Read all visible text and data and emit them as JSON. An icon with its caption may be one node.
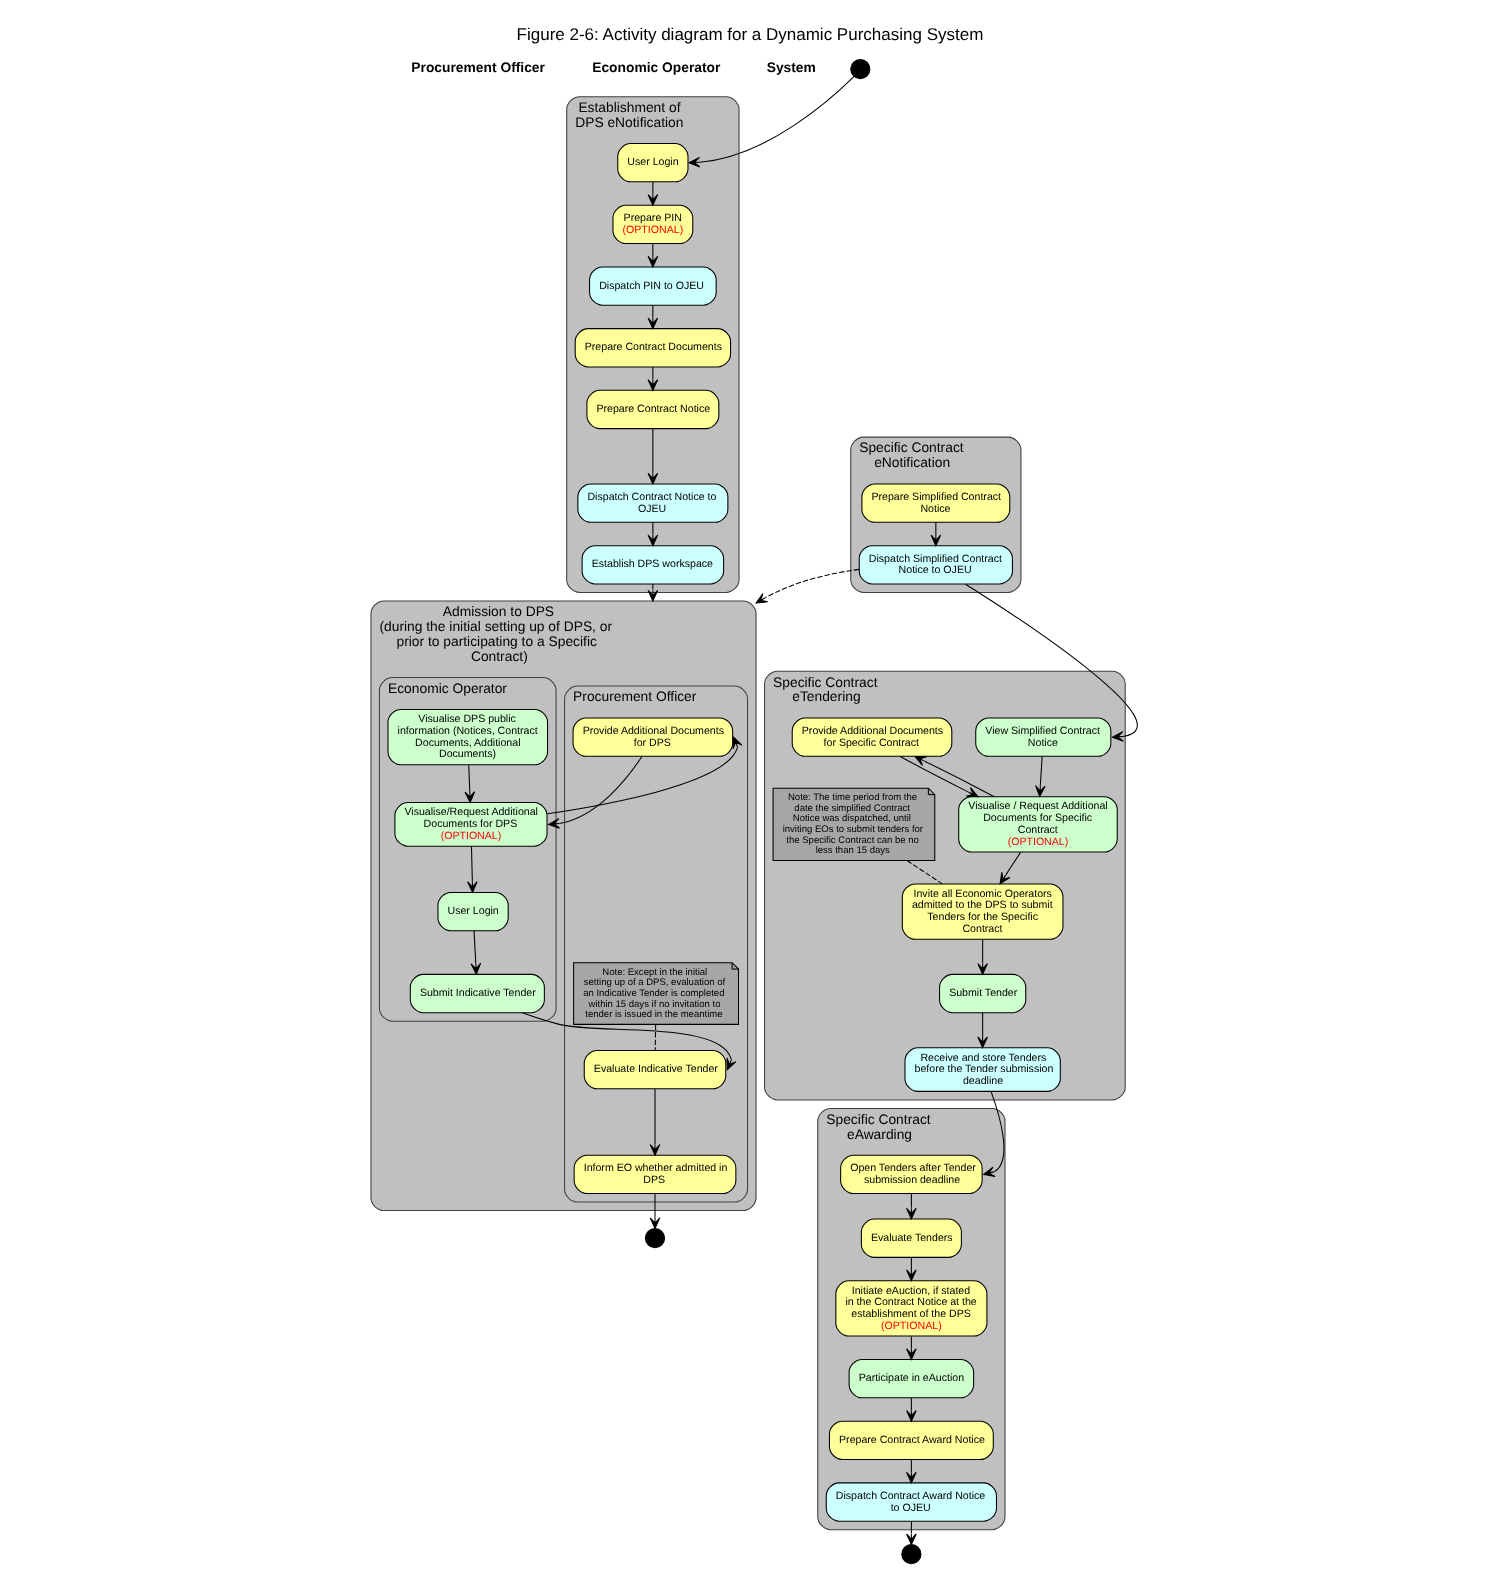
{
  "diagram": {
    "title": "Figure 2-6: Activity diagram for a Dynamic Purchasing System",
    "nodes": [
      {
        "text": [],
        "shape": "circle"
      },
      {
        "text": [
          "Establishment of DPS eNotification"
        ]
      },
      {
        "text": [
          "User Login"
        ],
        "in": 1
      },
      {
        "text": [
          "Prepare PIN",
          "(OPTIONAL)"
        ],
        "in": 1
      },
      {
        "text": [
          "Prepare Contract Documents"
        ],
        "in": 1
      },
      {
        "text": [
          "Prepare Contract Notice"
        ],
        "in": 1
      },
      {
        "text": [
          "Dispatch PIN to OJEU"
        ],
        "in": 1
      },
      {
        "text": [
          "Dispatch Contract Notice to OJEU"
        ],
        "in": 1
      },
      {
        "text": [
          "Establish DPS workspace"
        ],
        "in": 1
      },
      {
        "text": [
          "Specific Contract eNotification"
        ]
      },
      {
        "text": [
          "Prepare Simplified Contract Notice"
        ],
        "in": 9
      },
      {
        "text": [
          "Dispatch Simplified Contract Notice to OJEU"
        ],
        "in": 9
      },
      {
        "text": [
          "Specific Contract eTendering"
        ]
      },
      {
        "text": [
          "View Simplified Contract Notice"
        ],
        "in": 12
      },
      {
        "text": [
          "Provide Additional Documents for Specific Contract"
        ],
        "in": 12
      },
      {
        "text": [
          "Visualise / Request Additional Documents for Specific Contract",
          "(OPTIONAL)"
        ],
        "in": 12
      },
      {
        "text": [
          "Note: The time period from the date the simplified Contract Notice was dispatched, until inviting EOs to submit tenders for the Specific Contract can be no less than 15 days"
        ],
        "in": 12
      },
      {
        "text": [
          "Invite all Economic Operators admitted to the DPS to submit Tenders for the Specific Contract"
        ],
        "in": 12
      },
      {
        "text": [
          "Submit Tender"
        ],
        "in": 12
      },
      {
        "text": [
          "Receive and store Tenders before the Tender submission deadline"
        ],
        "in": 12
      },
      {
        "text": [
          "Specific Contract eAwarding"
        ]
      },
      {
        "text": [
          "Open Tenders after Tender submission deadline"
        ],
        "in": 20
      },
      {
        "text": [
          "Evaluate Tenders"
        ],
        "in": 20
      },
      {
        "text": [
          "Initiate eAuction, if stated in the Contract Notice at the establishment of the DPS",
          "(OPTIONAL)"
        ],
        "in": 20
      },
      {
        "text": [
          "Participate in eAuction"
        ],
        "in": 20
      },
      {
        "text": [
          "Prepare Contract Award Notice"
        ],
        "in": 20
      },
      {
        "text": [
          "Dispatch Contract Award Notice to OJEU"
        ],
        "in": 20
      },
      {
        "text": [],
        "shape": "circle"
      },
      {
        "text": [
          "Admission to DPS",
          "(during the initial setting up of DPS, or prior to participating to a Specific Contract)"
        ]
      },
      {
        "text": [
          "Procurement Officer"
        ],
        "in": 28
      },
      {
        "text": [
          "Economic Operator"
        ],
        "in": 28
      },
      {
        "text": [
          "Visualise DPS public information (Notices, Contract Documents, Additional Documents)"
        ],
        "in": 30
      },
      {
        "text": [
          "Provide Additional Documents for DPS"
        ],
        "in": 29
      },
      {
        "text": [
          "Visualise/Request Additional Documents for DPS",
          "(OPTIONAL)"
        ],
        "in": 30
      },
      {
        "text": [
          "Note: Except in the initial setting up of a DPS, evaluation of an Indicative Tender is completed within 15 days if no invitation to tender is issued in the meantime"
        ],
        "in": 29
      },
      {
        "text": [
          "User Login"
        ],
        "in": 30
      },
      {
        "text": [
          "Evaluate Indicative Tender"
        ],
        "in": 29
      },
      {
        "text": [
          "Submit Indicative Tender"
        ],
        "in": 30
      },
      {
        "text": [
          "Inform EO whether admitted in DPS"
        ],
        "in": 29
      },
      {
        "text": [],
        "shape": "circle"
      }
    ],
    "edges": [
      {
        "from": 0,
        "to": 2,
        "arrow": "to"
      },
      {
        "from": 2,
        "to": 3,
        "arrow": "to"
      },
      {
        "from": 3,
        "to": 6,
        "arrow": "to"
      },
      {
        "from": 6,
        "to": 4,
        "arrow": "to"
      },
      {
        "from": 4,
        "to": 5,
        "arrow": "to"
      },
      {
        "from": 5,
        "to": 7,
        "arrow": "to"
      },
      {
        "from": 7,
        "to": 8,
        "arrow": "to"
      },
      {
        "from": 8,
        "to": 28,
        "arrow": "to",
        "style": "dashed"
      },
      {
        "from": 10,
        "to": 11,
        "arrow": "to"
      },
      {
        "from": 11,
        "to": 28,
        "arrow": "to",
        "style": "dashed"
      },
      {
        "from": 11,
        "to": 13,
        "arrow": "to"
      },
      {
        "from": 13,
        "to": 15,
        "arrow": "to"
      },
      {
        "from": 14,
        "to": 15,
        "arrow": "to"
      },
      {
        "from": 15,
        "to": 14,
        "arrow": "to"
      },
      {
        "from": 15,
        "to": 17,
        "arrow": "to"
      },
      {
        "from": 16,
        "to": 17,
        "arrow": "none",
        "style": "dashed"
      },
      {
        "from": 17,
        "to": 18,
        "arrow": "to"
      },
      {
        "from": 18,
        "to": 19,
        "arrow": "to"
      },
      {
        "from": 19,
        "to": 21,
        "arrow": "to"
      },
      {
        "from": 21,
        "to": 22,
        "arrow": "to"
      },
      {
        "from": 22,
        "to": 23,
        "arrow": "to"
      },
      {
        "from": 23,
        "to": 24,
        "arrow": "to"
      },
      {
        "from": 24,
        "to": 25,
        "arrow": "to"
      },
      {
        "from": 25,
        "to": 26,
        "arrow": "to"
      },
      {
        "from": 26,
        "to": 27,
        "arrow": "to"
      },
      {
        "from": 31,
        "to": 33,
        "arrow": "to"
      },
      {
        "from": 32,
        "to": 33,
        "arrow": "to"
      },
      {
        "from": 33,
        "to": 32,
        "arrow": "to"
      },
      {
        "from": 33,
        "to": 35,
        "arrow": "to"
      },
      {
        "from": 35,
        "to": 37,
        "arrow": "to"
      },
      {
        "from": 37,
        "to": 36,
        "arrow": "to"
      },
      {
        "from": 34,
        "to": 36,
        "arrow": "none",
        "style": "dashed"
      },
      {
        "from": 36,
        "to": 38,
        "arrow": "to"
      },
      {
        "from": 38,
        "to": 39,
        "arrow": "to"
      }
    ],
    "labels": [
      "Procurement Officer",
      "Economic Operator",
      "System"
    ]
  }
}
